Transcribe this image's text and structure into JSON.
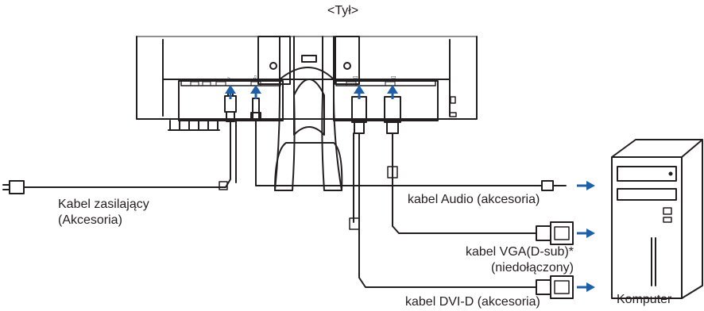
{
  "view_label": "<Tył>",
  "cables": {
    "power": {
      "line1": "Kabel zasilający",
      "line2": "(Akcesoria)"
    },
    "audio": {
      "label": "kabel Audio (akcesoria)"
    },
    "vga": {
      "line1": "kabel VGA(D-sub)*",
      "line2": "(niedołączony)"
    },
    "dvi": {
      "label": "kabel DVI-D (akcesoria)"
    }
  },
  "computer": {
    "label": "Komputer"
  },
  "colors": {
    "line": "#231f20",
    "arrow": "#1f5fa8"
  },
  "icons": [
    "plug-icon",
    "audio-jack-icon",
    "vga-connector-icon",
    "dvi-connector-icon",
    "computer-tower-icon",
    "arrow-icon"
  ]
}
